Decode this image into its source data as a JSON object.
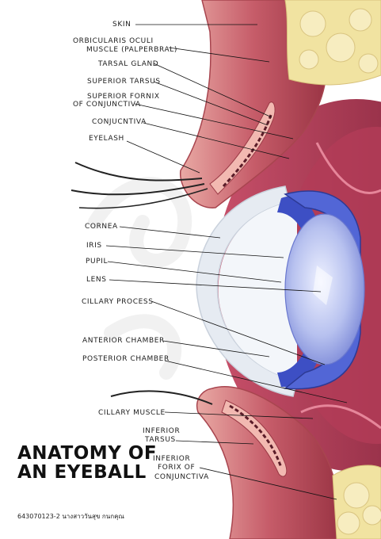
{
  "title": "ANATOMY OF AN EYEBALL",
  "credit": "643070123-2 นางสาววันสุข กนกคุณ",
  "labels": {
    "skin": "SKIN",
    "orbicularis": "ORBICULARIS OCULI",
    "orbicularis_sub": "MUSCLE (PALPERBRAL)",
    "tarsal_gland": "TARSAL GLAND",
    "superior_tarsus": "SUPERIOR TARSUS",
    "superior_fornix": "SUPERIOR FORNIX",
    "superior_fornix_sub": "OF CONJUNCTIVA",
    "conjunctiva": "CONJUCNTIVA",
    "eyelash": "EYELASH",
    "cornea": "CORNEA",
    "iris": "IRIS",
    "pupil": "PUPIL",
    "lens": "LENS",
    "ciliary_process": "CILLARY PROCESS",
    "anterior_chamber": "ANTERIOR CHAMBER",
    "posterior_chamber": "POSTERIOR CHAMBER",
    "ciliary_muscle": "CILLARY MUSCLE",
    "inferior_tarsus": "INFERIOR",
    "inferior_tarsus_sub": "TARSUS",
    "inferior_fornix": "INFERIOR",
    "inferior_fornix_sub": "FORIX OF",
    "inferior_fornix_sub2": "CONJUNCTIVA"
  },
  "colors": {
    "tissue": "#c55c6a",
    "tissue_dark": "#8e2f3f",
    "fat": "#f3e6a8",
    "sclera_inner": "#a63a4f",
    "iris_blue": "#4a5fd0",
    "lens": "#b9c2ee",
    "cornea": "#e8edf4"
  }
}
